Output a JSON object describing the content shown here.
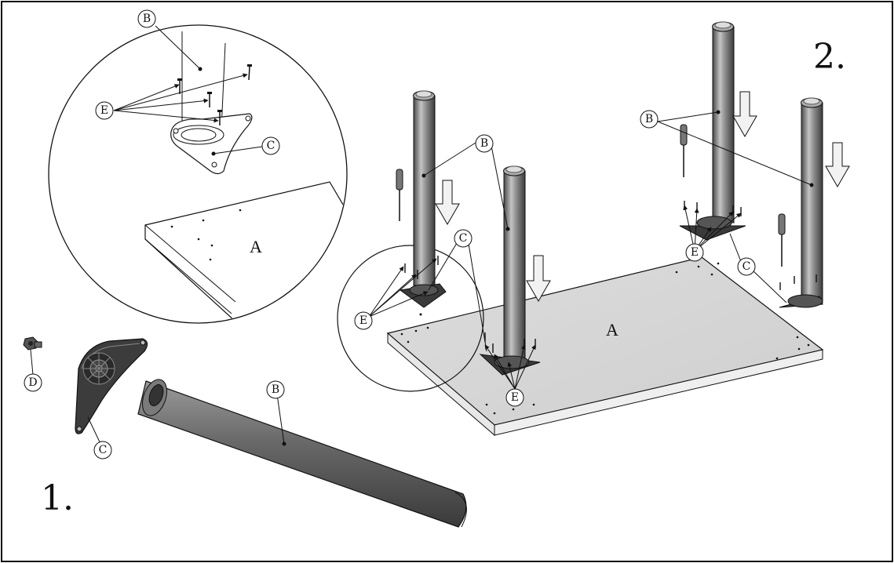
{
  "steps": {
    "step1": "1.",
    "step2": "2."
  },
  "labels": {
    "A": "A",
    "B": "B",
    "C": "C",
    "D": "D",
    "E": "E"
  },
  "colors": {
    "leg_dark": "#5a5a5a",
    "leg_light": "#b8b8b8",
    "tabletop": "#d6d6d6",
    "plate": "#3a3a3a",
    "arrow": "#e6e6e6"
  }
}
